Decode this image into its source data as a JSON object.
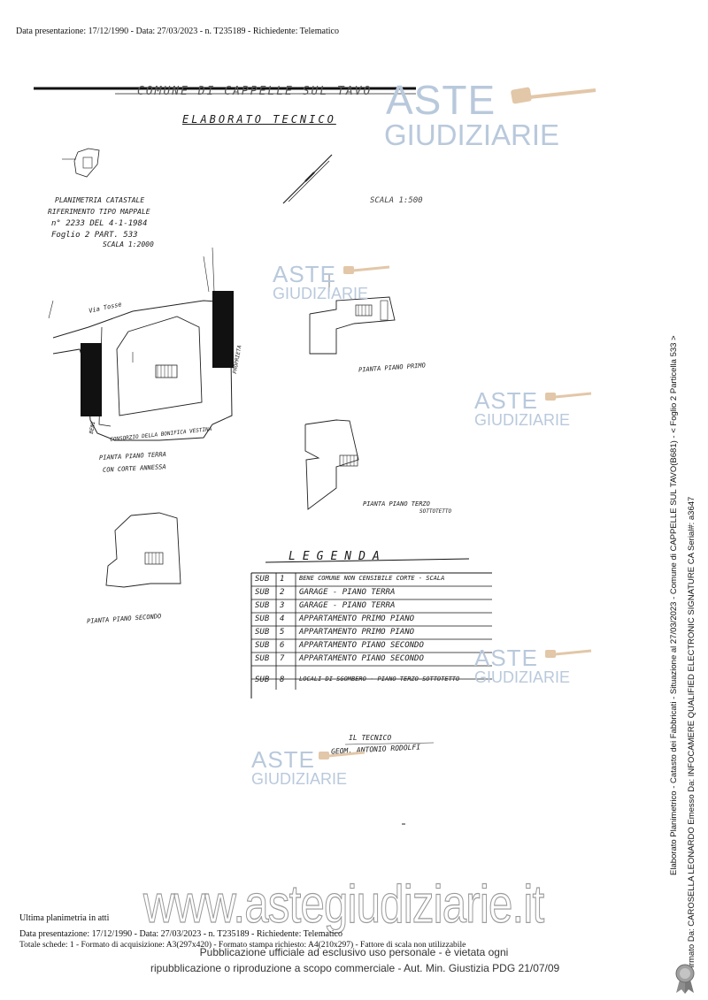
{
  "header": {
    "submission_line": "Data presentazione: 17/12/1990 - Data: 27/03/2023 - n. T235189 - Richiedente: Telematico"
  },
  "drawing": {
    "municipality_title": "COMUNE DI CAPPELLE SUL TAVO",
    "doc_title": "ELABORATO TECNICO",
    "main_scale": "SCALA 1:500",
    "cadastral_plan": {
      "line1": "PLANIMETRIA CATASTALE",
      "line2": "RIFERIMENTO TIPO MAPPALE",
      "line3": "n° 2233  DEL 4-1-1984",
      "line4": "Foglio 2  PART. 533",
      "line5": "SCALA 1:2000"
    },
    "labels": {
      "via_tosse": "Via Tosse",
      "consorzio": "CONSORZIO DELLA BONIFICA VESTINA",
      "proprieta": "PROPRIETA",
      "beni": "BENI",
      "ground_floor_1": "PIANTA PIANO TERRA",
      "ground_floor_2": "CON CORTE ANNESSA",
      "first_floor": "PIANTA PIANO PRIMO",
      "attic_1": "PIANTA PIANO TERZO",
      "attic_2": "SOTTOTETTO",
      "second_floor": "PIANTA PIANO SECONDO"
    },
    "legend": {
      "title": "LEGENDA",
      "rows": [
        {
          "sub": "SUB",
          "num": "1",
          "desc": "BENE COMUNE NON CENSIBILE CORTE - SCALA"
        },
        {
          "sub": "SUB",
          "num": "2",
          "desc": "GARAGE - PIANO TERRA"
        },
        {
          "sub": "SUB",
          "num": "3",
          "desc": "GARAGE - PIANO TERRA"
        },
        {
          "sub": "SUB",
          "num": "4",
          "desc": "APPARTAMENTO PRIMO PIANO"
        },
        {
          "sub": "SUB",
          "num": "5",
          "desc": "APPARTAMENTO PRIMO PIANO"
        },
        {
          "sub": "SUB",
          "num": "6",
          "desc": "APPARTAMENTO PIANO SECONDO"
        },
        {
          "sub": "SUB",
          "num": "7",
          "desc": "APPARTAMENTO PIANO SECONDO"
        },
        {
          "sub": "SUB",
          "num": "8",
          "desc": "LOCALI DI SGOMBERO - PIANO TERZO SOTTOTETTO"
        }
      ]
    },
    "technician": {
      "label": "IL TECNICO",
      "name": "GEOM. ANTONIO RODOLFI"
    }
  },
  "watermark": {
    "line1": "ASTE",
    "line2": "GIUDIZIARIE",
    "website": "www.astegiudiziarie.it",
    "color": "#b9c9dc"
  },
  "sidebar": {
    "line1": "Elaborato Planimetrico - Catasto dei Fabbricati - Situazione al 27/03/2023 - Comune di CAPPELLE SUL TAVO(B681) - < Foglio 2 Particella 533 >",
    "line2": "Firmato Da: CAROSELLA LEONARDO Emesso Da: INFOCAMERE QUALIFIED ELECTRONIC SIGNATURE CA Serial#: a3647"
  },
  "footer": {
    "last_plan": "Ultima planimetria in atti",
    "submission_line": "Data presentazione: 17/12/1990 - Data: 27/03/2023 - n. T235189 - Richiedente: Telematico",
    "totals_line": "Totale schede: 1 - Formato di acquisizione: A3(297x420) - Formato stampa richiesto: A4(210x297) - Fattore di scala non utilizzabile",
    "notice_line1": "Pubblicazione ufficiale ad esclusivo uso personale - è vietata ogni",
    "notice_line2": "ripubblicazione o riproduzione a scopo commerciale - Aut. Min. Giustizia PDG 21/07/09"
  }
}
